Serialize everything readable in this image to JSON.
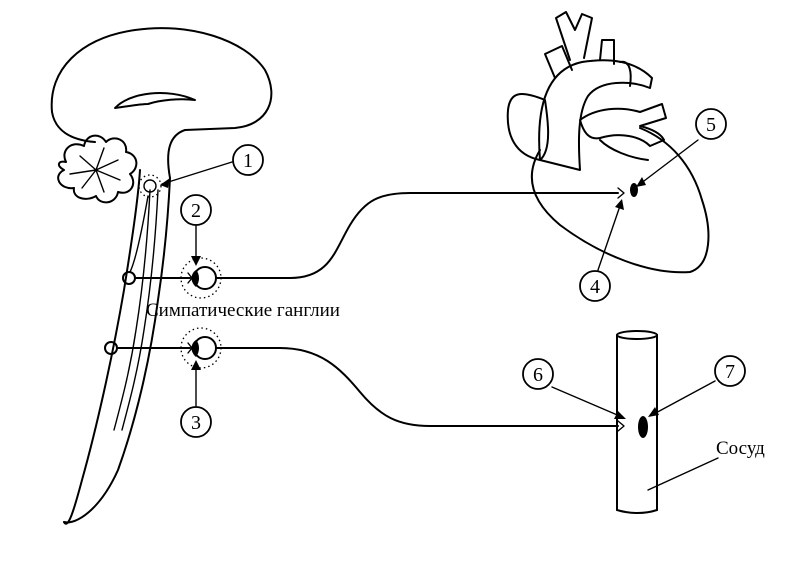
{
  "labels": {
    "ganglia": "Симпатические ганглии",
    "vessel": "Сосуд"
  },
  "markers": [
    {
      "id": "1",
      "text": "1"
    },
    {
      "id": "2",
      "text": "2"
    },
    {
      "id": "3",
      "text": "3"
    },
    {
      "id": "4",
      "text": "4"
    },
    {
      "id": "5",
      "text": "5"
    },
    {
      "id": "6",
      "text": "6"
    },
    {
      "id": "7",
      "text": "7"
    }
  ]
}
